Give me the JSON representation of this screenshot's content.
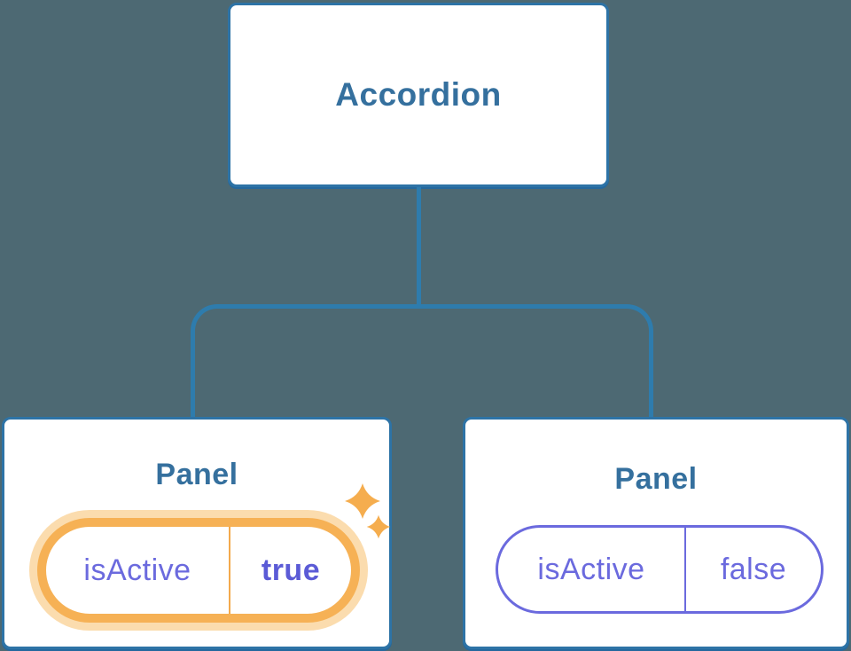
{
  "colors": {
    "background": "#4d6973",
    "connector_blue": "#2e7cad",
    "node_border_blue": "#2d73a6",
    "node_fill": "#ffffff",
    "node_label_blue": "#35709e",
    "state_purple": "#6b6ade",
    "state_value_true_purple": "#5b5bd6",
    "highlight_orange": "#f6b155",
    "highlight_halo_orange": "#fbdcae",
    "sparkle_orange": "#f5ad4e"
  },
  "icons": {
    "sparkles": "four-point-star"
  },
  "tree": {
    "root": {
      "label": "Accordion"
    },
    "children": [
      {
        "label": "Panel",
        "highlighted": true,
        "state": {
          "name": "isActive",
          "value": "true"
        }
      },
      {
        "label": "Panel",
        "highlighted": false,
        "state": {
          "name": "isActive",
          "value": "false"
        }
      }
    ]
  }
}
